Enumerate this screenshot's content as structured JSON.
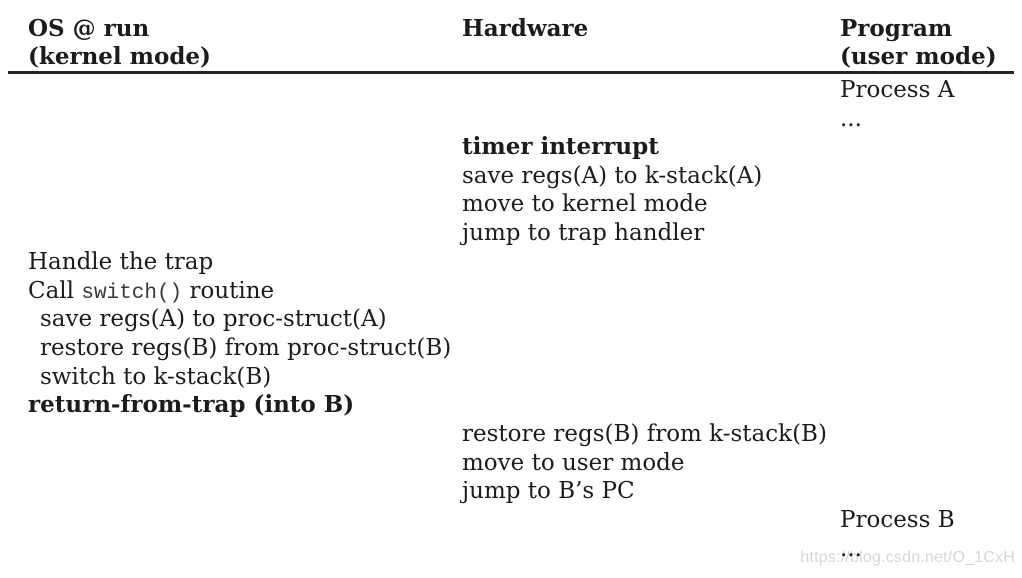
{
  "header": {
    "os": {
      "line1": "OS @ run",
      "line2": "(kernel mode)"
    },
    "hardware": {
      "line1": "Hardware"
    },
    "program": {
      "line1": "Program",
      "line2": "(user mode)"
    }
  },
  "body": {
    "process_a": {
      "name": "Process A",
      "ellipsis": "..."
    },
    "hardware_interrupt": {
      "title": "timer interrupt",
      "lines": [
        "save regs(A) to k-stack(A)",
        "move to kernel mode",
        "jump to trap handler"
      ]
    },
    "os_trap_handling": {
      "handle_line": "Handle the trap",
      "call_prefix": "Call ",
      "call_code": "switch()",
      "call_suffix": " routine",
      "indented_lines": [
        "save regs(A) to proc-struct(A)",
        "restore regs(B) from proc-struct(B)",
        "switch to k-stack(B)"
      ],
      "return_line": "return-from-trap (into B)"
    },
    "hardware_return": {
      "lines": [
        "restore regs(B) from k-stack(B)",
        "move to user mode",
        "jump to B’s PC"
      ]
    },
    "process_b": {
      "name": "Process B",
      "ellipsis": "..."
    }
  },
  "watermark": "https://blog.csdn.net/O_1CxH",
  "colors": {
    "background": "#ffffff",
    "text": "#1c1c1c",
    "rule": "#262626",
    "watermark": "#d6d6d6"
  }
}
